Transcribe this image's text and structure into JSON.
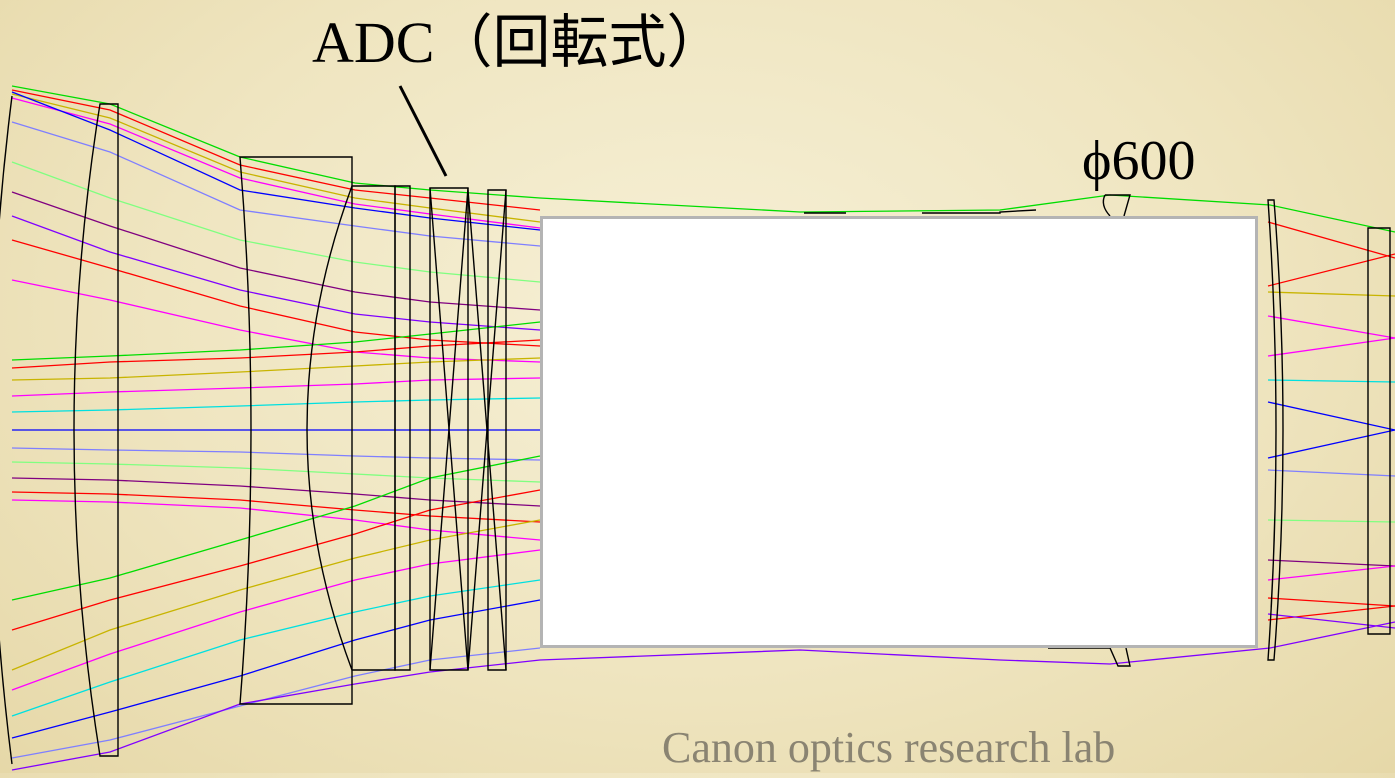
{
  "labels": {
    "adc": "ADC（回転式）",
    "diameter": "ϕ600",
    "credit": "Canon optics research lab"
  },
  "colors": {
    "background": "#f2e9c8",
    "lens_outline": "#000000",
    "ray_colors": [
      "#00dd00",
      "#ff0000",
      "#c8b400",
      "#ff00ff",
      "#00e0e0",
      "#0000ff",
      "#7f7fff",
      "#800080",
      "#80ff80",
      "#8000ff"
    ],
    "credit_text": "#8a8472",
    "overlay_border": "#b4b4b4"
  },
  "icons": {
    "adc_pointer": "diagonal-leader-line"
  }
}
